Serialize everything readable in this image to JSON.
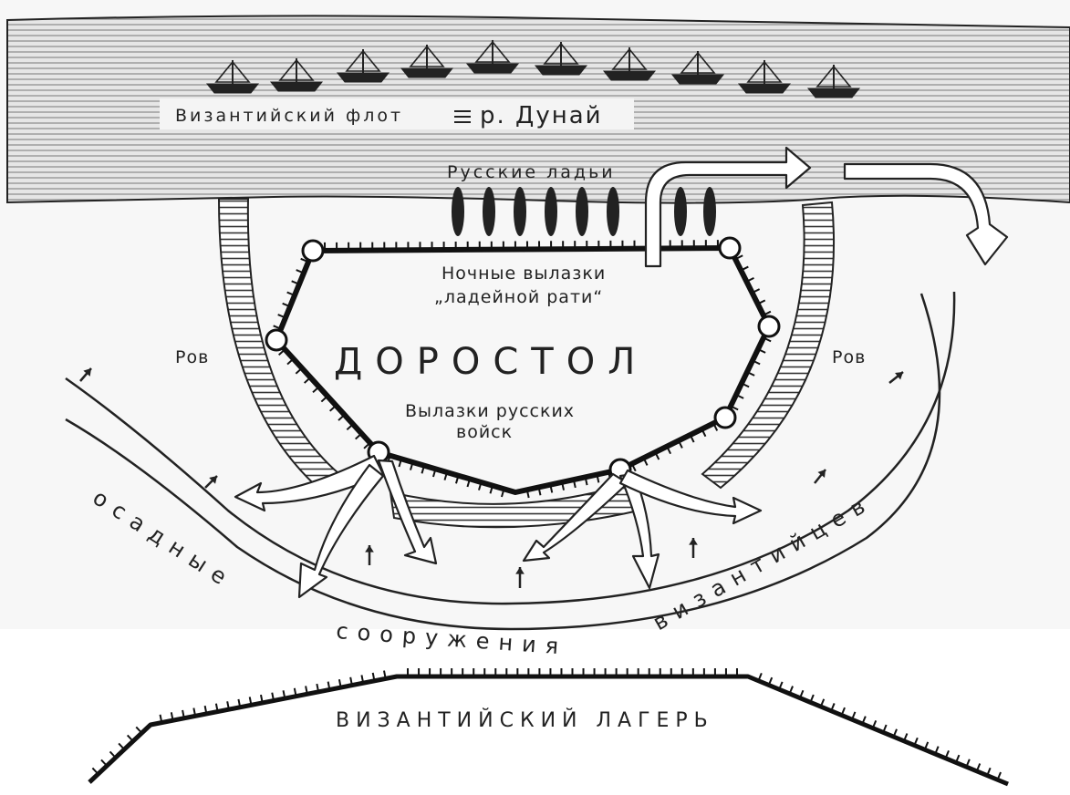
{
  "map": {
    "labels": {
      "fleet": "Византийский  флот",
      "river": "р. Дунай",
      "boats": "Русские ладьи",
      "night_sorties_line1": "Ночные вылазки",
      "night_sorties_line2": "„ладейной рати“",
      "city": "ДОРОСТОЛ",
      "moat_left": "Ров",
      "moat_right": "Ров",
      "sorties_line1": "Вылазки русских",
      "sorties_line2": "войск",
      "siege_word1": "осадные",
      "siege_word2": "сооружения",
      "siege_word3": "византийцев",
      "camp": "ВИЗАНТИЙСКИЙ ЛАГЕРЬ"
    },
    "colors": {
      "ink": "#222222",
      "river": "#d8d8d8",
      "paper": "#ffffff"
    }
  }
}
